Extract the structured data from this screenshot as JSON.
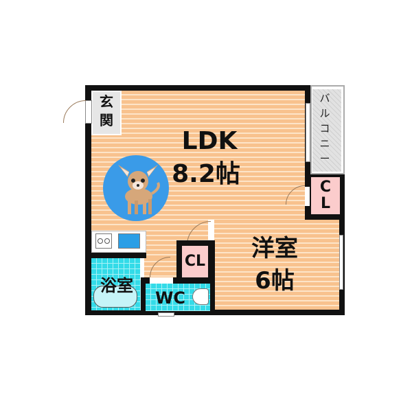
{
  "floorplan": {
    "rooms": {
      "entrance": {
        "label_line1": "玄",
        "label_line2": "関"
      },
      "ldk": {
        "name": "LDK",
        "size": "8.2帖"
      },
      "balcony": {
        "label": "バルコニー",
        "chars": [
          "バ",
          "ル",
          "コ",
          "ニ",
          "ー"
        ]
      },
      "closet_right": {
        "line1": "C",
        "line2": "L"
      },
      "closet_center": {
        "label": "CL"
      },
      "western_room": {
        "name": "洋室",
        "size": "6帖"
      },
      "bathroom": {
        "label": "浴室"
      },
      "toilet": {
        "label": "WC"
      }
    },
    "badge": {
      "icon": "dog-icon",
      "color": "#3a9be8",
      "meaning": "pets-allowed"
    },
    "colors": {
      "wood": "#f9c999",
      "tile": "#33dbe8",
      "closet": "#fbcccc",
      "wall": "#111111",
      "entrance": "#e6e6e6"
    }
  }
}
